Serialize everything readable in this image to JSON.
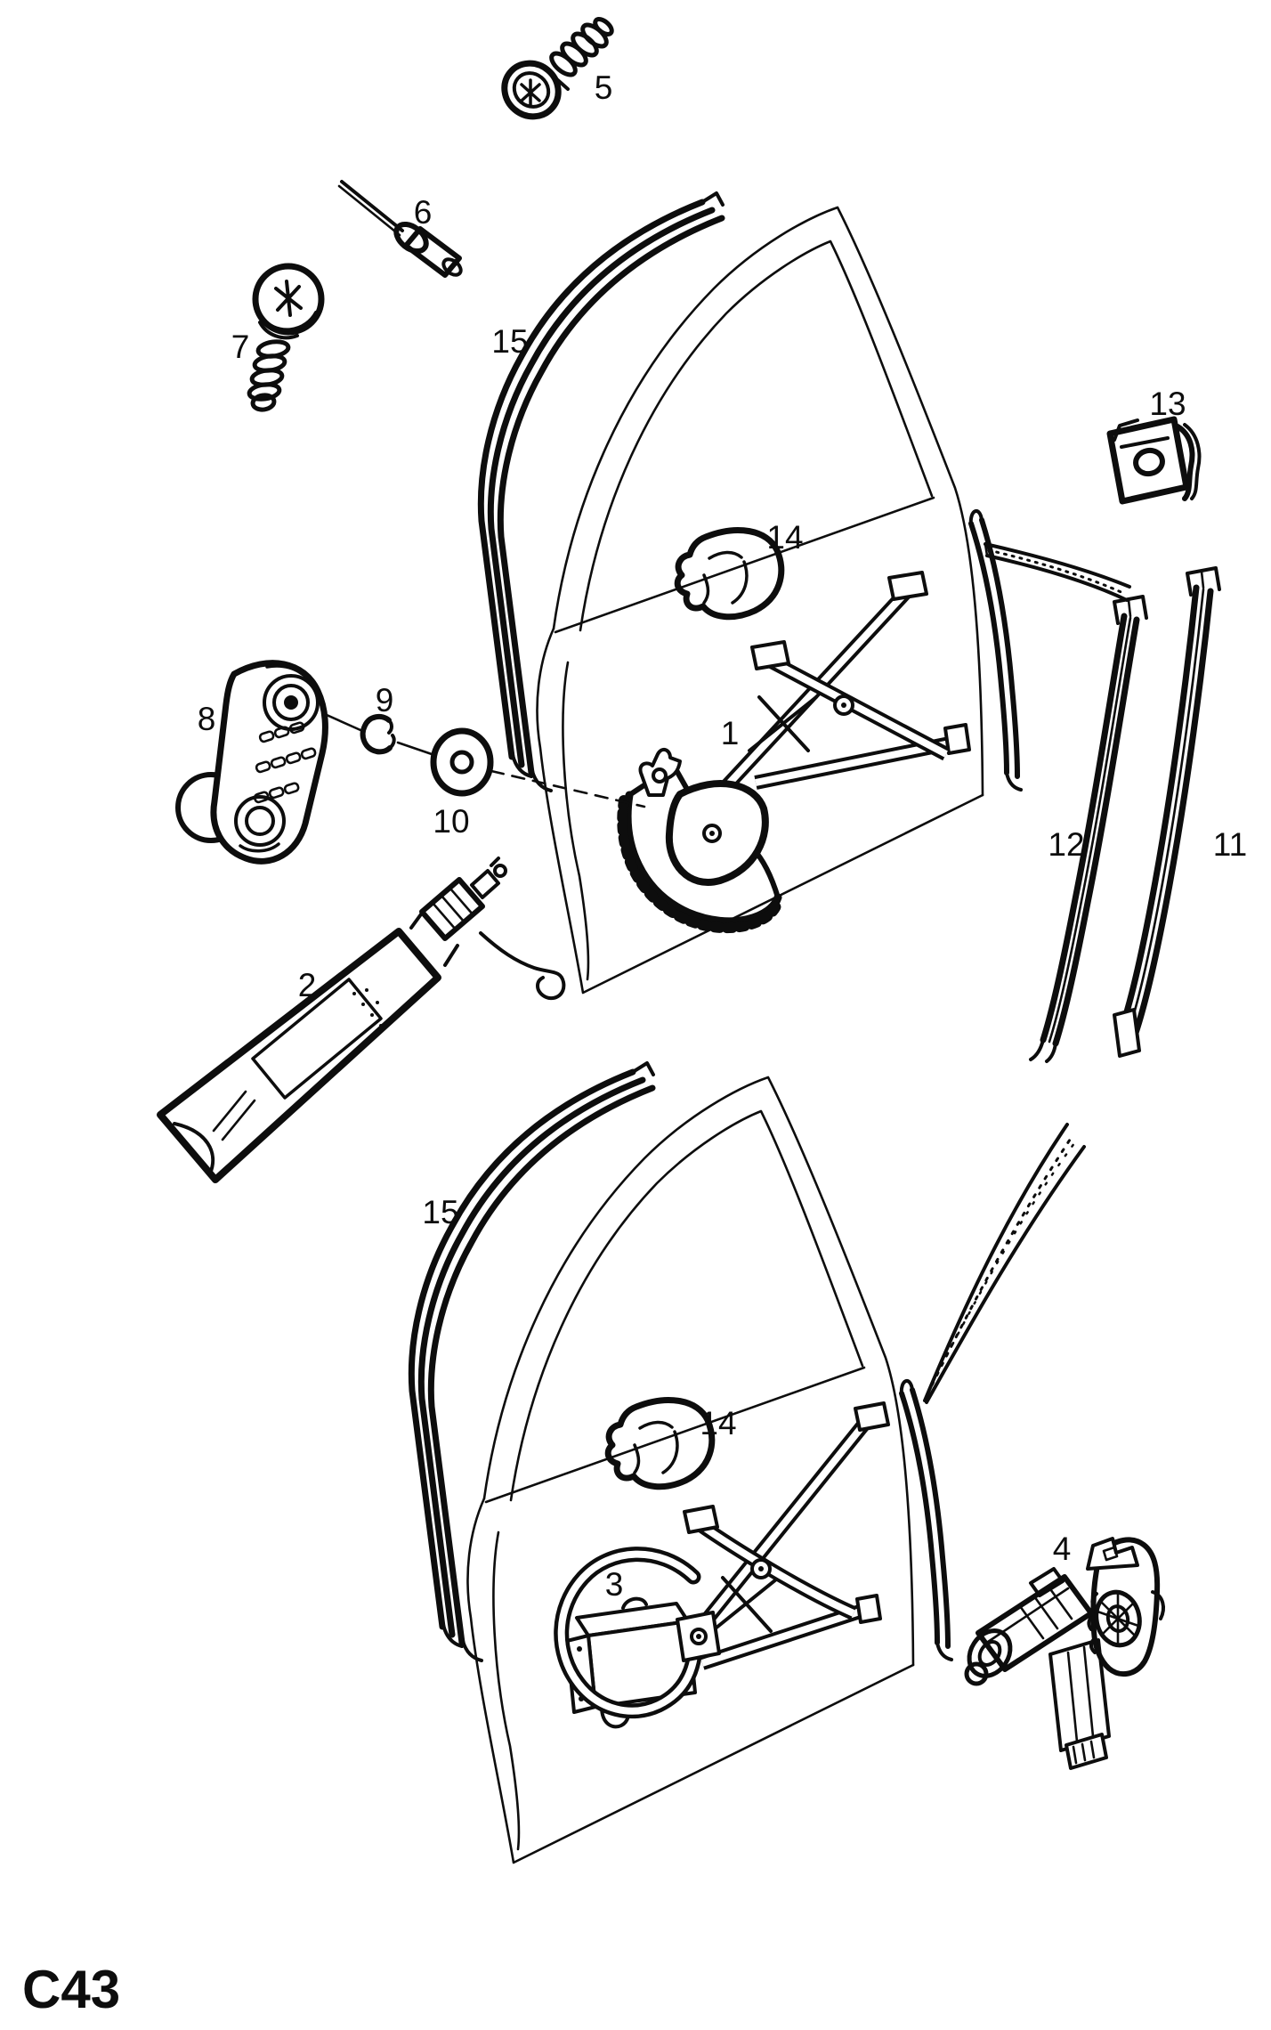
{
  "diagram": {
    "page_code": "C43",
    "callouts": {
      "c1": "1",
      "c2": "2",
      "c3": "3",
      "c4": "4",
      "c5": "5",
      "c6": "6",
      "c7": "7",
      "c8": "8",
      "c9": "9",
      "c10": "10",
      "c11": "11",
      "c12": "12",
      "c13": "13",
      "c14_upper": "14",
      "c14_lower": "14",
      "c15_upper": "15",
      "c15_lower": "15"
    }
  }
}
